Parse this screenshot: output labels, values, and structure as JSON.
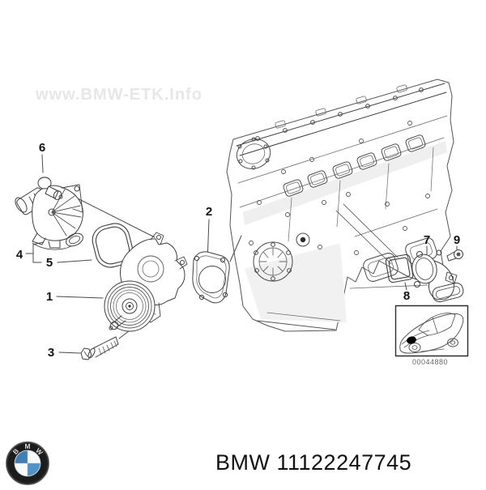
{
  "watermark": {
    "text": "www.BMW-ETK.Info"
  },
  "diagram": {
    "callouts": {
      "c1": {
        "label": "1"
      },
      "c2": {
        "label": "2"
      },
      "c3": {
        "label": "3"
      },
      "c4": {
        "label": "4"
      },
      "c5": {
        "label": "5"
      },
      "c6": {
        "label": "6"
      },
      "c7": {
        "label": "7"
      },
      "c8": {
        "label": "8"
      },
      "c9": {
        "label": "9"
      }
    },
    "thumbnail": {
      "image_number": "00044880"
    }
  },
  "footer": {
    "brand": "BMW",
    "part_number": "11122247745"
  },
  "logo": {
    "letters": [
      "B",
      "M",
      "W"
    ]
  },
  "colors": {
    "line": "#3f3f3f",
    "bmw_blue": "#3e7fb5",
    "watermark_gray": "#e7e7e7"
  }
}
